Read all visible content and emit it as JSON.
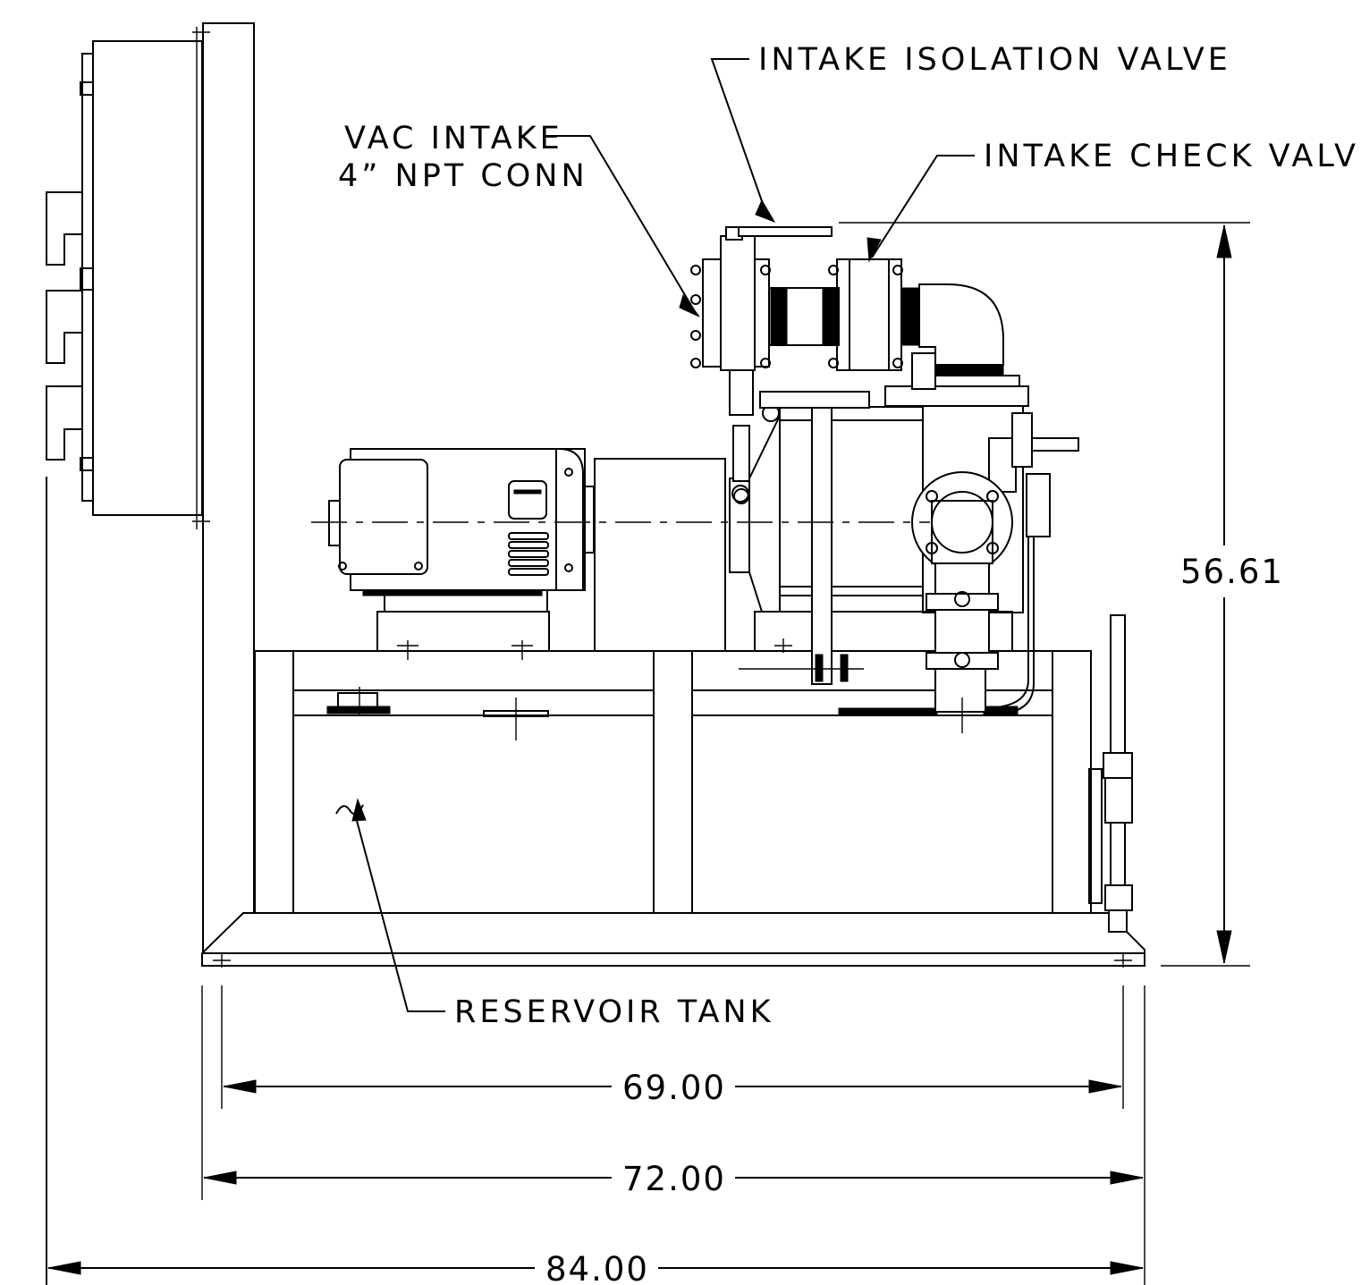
{
  "callouts": {
    "intake_isolation_valve": "INTAKE ISOLATION VALVE",
    "intake_check_valve": "INTAKE CHECK VALVE",
    "vac_intake_line1": "VAC INTAKE",
    "vac_intake_line2": "4” NPT CONN",
    "reservoir_tank": "RESERVOIR TANK"
  },
  "dimensions": {
    "height": "56.61",
    "base_inner": "69.00",
    "base_outer": "72.00",
    "overall": "84.00"
  }
}
